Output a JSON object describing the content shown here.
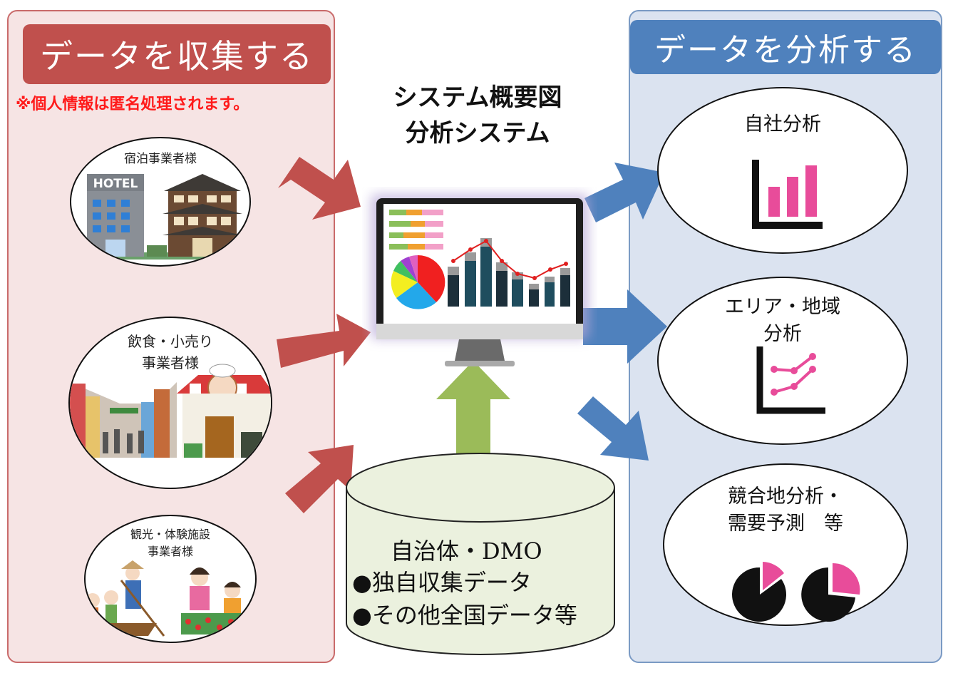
{
  "collect": {
    "banner": "データを収集する",
    "privacy_note": "※個人情報は匿名処理されます。",
    "sources": [
      {
        "label": "宿泊事業者様",
        "hotel_sign": "HOTEL"
      },
      {
        "label_line1": "飲食・小売り",
        "label_line2": "事業者様"
      },
      {
        "label_line1": "観光・体験施設",
        "label_line2": "事業者様"
      }
    ]
  },
  "system": {
    "title_line1": "システム概要図",
    "title_line2": "分析システム"
  },
  "database": {
    "title": "自治体・DMO",
    "items": [
      "●独自収集データ",
      "●その他全国データ等"
    ]
  },
  "analyze": {
    "banner": "データを分析する",
    "outputs": [
      {
        "line1": "自社分析",
        "chart": "bar-chart-icon"
      },
      {
        "line1": "エリア・地域",
        "line2": "分析",
        "chart": "line-chart-icon"
      },
      {
        "line1": "競合地分析・",
        "line2": "需要予測　等",
        "chart": "pie-chart-icon"
      }
    ]
  },
  "colors": {
    "collect_red": "#c0504d",
    "analyze_blue": "#4f81bd",
    "db_green": "#ebf1de",
    "up_arrow_green": "#9bbb59",
    "accent_pink": "#e84c9a",
    "privacy_red": "#ff1a1a"
  }
}
